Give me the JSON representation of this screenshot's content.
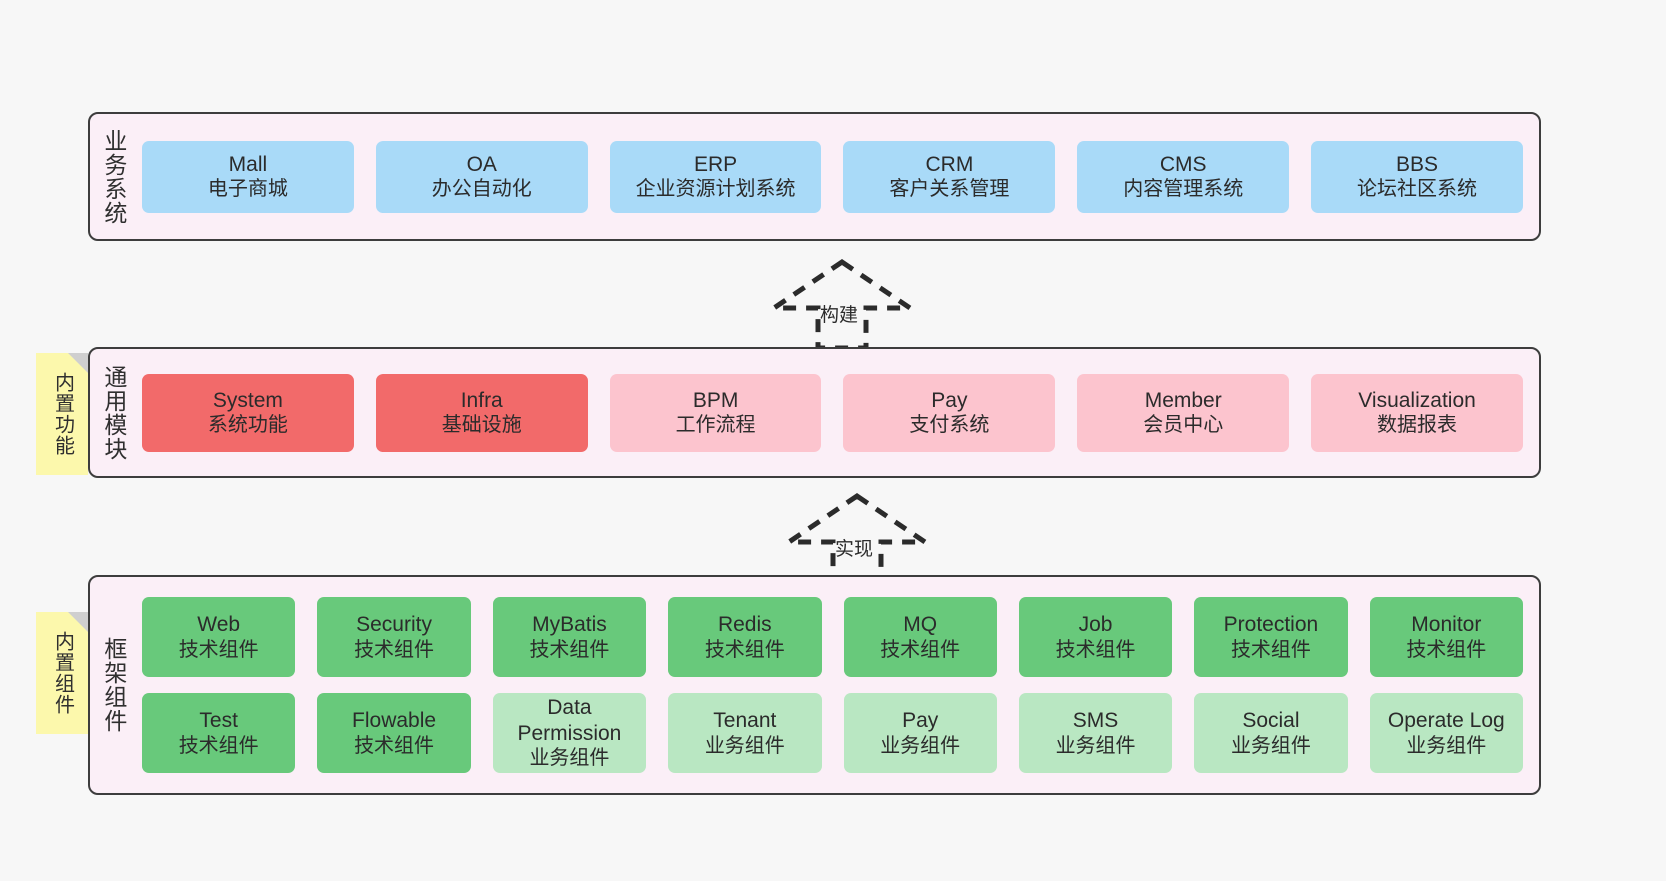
{
  "diagram": {
    "title": "System architecture layers",
    "background_color": "#f7f7f7",
    "layer_fill": "#fbeff7",
    "layer_border": "#3d3d3d",
    "note_color": "#fcf8ac"
  },
  "notes": [
    {
      "id": "builtin-features",
      "label": "内置功能"
    },
    {
      "id": "builtin-components",
      "label": "内置组件"
    }
  ],
  "arrows": [
    {
      "id": "build",
      "label": "构建",
      "style": "dashed-hollow-up"
    },
    {
      "id": "implement",
      "label": "实现",
      "style": "dashed-hollow-up"
    }
  ],
  "layers": [
    {
      "id": "business-system",
      "title": "业务系统",
      "rows": [
        {
          "cells": [
            {
              "name": "Mall",
              "sub": "电子商城",
              "color": "#a9daf8"
            },
            {
              "name": "OA",
              "sub": "办公自动化",
              "color": "#a9daf8"
            },
            {
              "name": "ERP",
              "sub": "企业资源计划系统",
              "color": "#a9daf8"
            },
            {
              "name": "CRM",
              "sub": "客户关系管理",
              "color": "#a9daf8"
            },
            {
              "name": "CMS",
              "sub": "内容管理系统",
              "color": "#a9daf8"
            },
            {
              "name": "BBS",
              "sub": "论坛社区系统",
              "color": "#a9daf8"
            }
          ]
        }
      ]
    },
    {
      "id": "common-modules",
      "title": "通用模块",
      "rows": [
        {
          "cells": [
            {
              "name": "System",
              "sub": "系统功能",
              "color": "#f26a6a"
            },
            {
              "name": "Infra",
              "sub": "基础设施",
              "color": "#f26a6a"
            },
            {
              "name": "BPM",
              "sub": "工作流程",
              "color": "#fcc4ce"
            },
            {
              "name": "Pay",
              "sub": "支付系统",
              "color": "#fcc4ce"
            },
            {
              "name": "Member",
              "sub": "会员中心",
              "color": "#fcc4ce"
            },
            {
              "name": "Visualization",
              "sub": "数据报表",
              "color": "#fcc4ce"
            }
          ]
        }
      ]
    },
    {
      "id": "framework-components",
      "title": "框架组件",
      "rows": [
        {
          "cells": [
            {
              "name": "Web",
              "sub": "技术组件",
              "color": "#68c97b"
            },
            {
              "name": "Security",
              "sub": "技术组件",
              "color": "#68c97b"
            },
            {
              "name": "MyBatis",
              "sub": "技术组件",
              "color": "#68c97b"
            },
            {
              "name": "Redis",
              "sub": "技术组件",
              "color": "#68c97b"
            },
            {
              "name": "MQ",
              "sub": "技术组件",
              "color": "#68c97b"
            },
            {
              "name": "Job",
              "sub": "技术组件",
              "color": "#68c97b"
            },
            {
              "name": "Protection",
              "sub": "技术组件",
              "color": "#68c97b"
            },
            {
              "name": "Monitor",
              "sub": "技术组件",
              "color": "#68c97b"
            }
          ]
        },
        {
          "cells": [
            {
              "name": "Test",
              "sub": "技术组件",
              "color": "#68c97b"
            },
            {
              "name": "Flowable",
              "sub": "技术组件",
              "color": "#68c97b"
            },
            {
              "name": "Data Permission",
              "sub": "业务组件",
              "color": "#b9e7c2"
            },
            {
              "name": "Tenant",
              "sub": "业务组件",
              "color": "#b9e7c2"
            },
            {
              "name": "Pay",
              "sub": "业务组件",
              "color": "#b9e7c2"
            },
            {
              "name": "SMS",
              "sub": "业务组件",
              "color": "#b9e7c2"
            },
            {
              "name": "Social",
              "sub": "业务组件",
              "color": "#b9e7c2"
            },
            {
              "name": "Operate Log",
              "sub": "业务组件",
              "color": "#b9e7c2"
            }
          ]
        }
      ]
    }
  ]
}
